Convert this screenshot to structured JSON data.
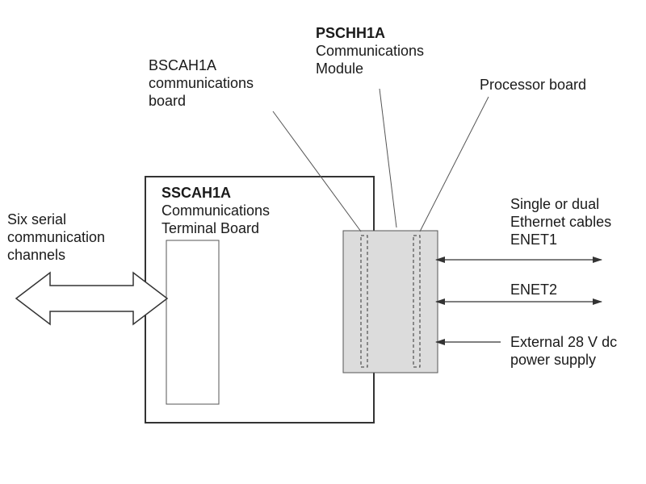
{
  "labels": {
    "pschh1a": {
      "name": "PSCHH1A",
      "line1": "Communications",
      "line2": "Module"
    },
    "bscah1a": {
      "line1": "BSCAH1A",
      "line2": "communications",
      "line3": "board"
    },
    "processor": {
      "text": "Processor board"
    },
    "sscah1a": {
      "name": "SSCAH1A",
      "line1": "Communications",
      "line2": "Terminal Board"
    },
    "serial": {
      "line1": "Six serial",
      "line2": "communication",
      "line3": "channels"
    },
    "ethernet": {
      "line1": "Single or dual",
      "line2": "Ethernet cables",
      "line3": "ENET1"
    },
    "enet2": {
      "text": "ENET2"
    },
    "power": {
      "line1": "External 28 V dc",
      "line2": "power supply"
    }
  },
  "colors": {
    "line": "#333333",
    "module_fill": "#dcdcdc",
    "box_fill": "#ffffff"
  }
}
